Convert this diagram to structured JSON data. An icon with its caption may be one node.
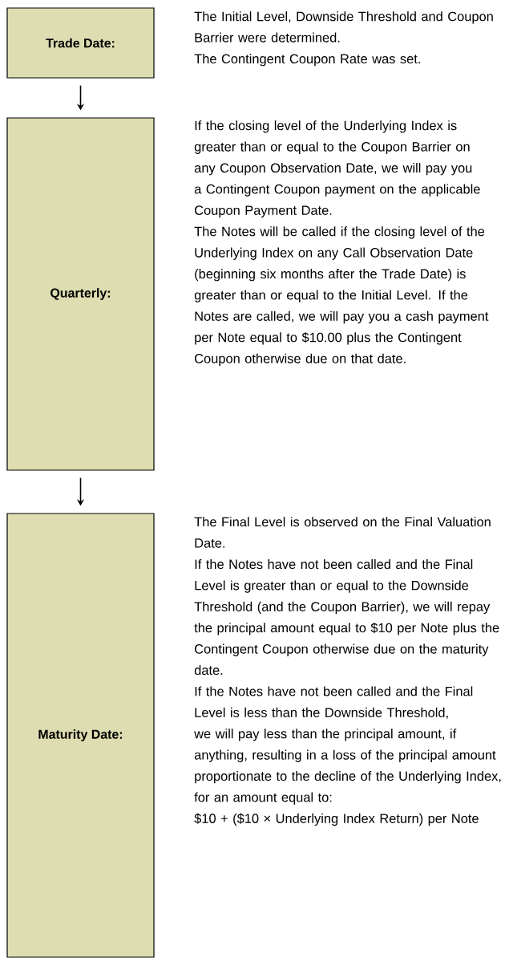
{
  "diagram": {
    "nodes": [
      {
        "text": [
          "Trade Date:"
        ],
        "beside": [
          "The Initial Level, Downside Threshold and Coupon Barrier were determined.",
          "The Contingent Coupon Rate was set."
        ]
      },
      {
        "text": [
          "Quarterly:"
        ],
        "beside": [
          "If the closing level of the Underlying Index is greater than or equal to the Coupon Barrier on any Coupon Observation Date, we will pay you a Contingent Coupon payment on the applicable Coupon Payment Date.",
          "The Notes will be called if the closing level of the Underlying Index on any Call Observation Date (beginning six months after the Trade Date) is greater than or equal to the Initial Level. If the Notes are called, we will pay you a cash payment per Note equal to $10.00 plus the Contingent Coupon otherwise due on that date."
        ]
      },
      {
        "text": [
          "Maturity Date:"
        ],
        "beside": [
          "The Final Level is observed on the Final Valuation Date.",
          "If the Notes have not been called and the Final Level is greater than or equal to the Downside Threshold (and the Coupon Barrier), we will repay the principal amount equal to $10 per Note plus the Contingent Coupon otherwise due on the maturity date.",
          "If the Notes have not been called and the Final Level is less than the Downside Threshold, we will pay less than the principal amount, if anything, resulting in a loss of the principal amount proportionate to the decline of the Underlying Index, for an amount equal to:",
          "$10 + ($10 × Underlying Index Return) per Note"
        ]
      }
    ],
    "edges": [
      {
        "from": 0,
        "to": 1,
        "arrow": "to"
      },
      {
        "from": 1,
        "to": 2,
        "arrow": "to"
      }
    ]
  }
}
